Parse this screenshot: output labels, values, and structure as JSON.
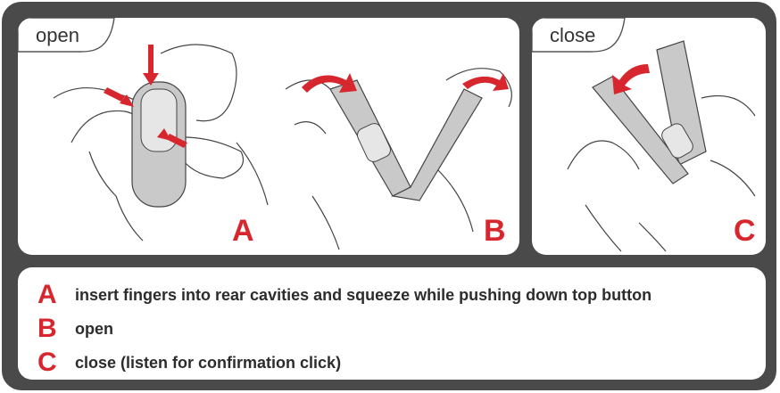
{
  "panels": {
    "open": {
      "tab_label": "open",
      "letters": [
        "A",
        "B"
      ]
    },
    "close": {
      "tab_label": "close",
      "letter": "C"
    }
  },
  "steps": [
    {
      "letter": "A",
      "text": "insert fingers into rear cavities and squeeze while pushing down top button"
    },
    {
      "letter": "B",
      "text": "open"
    },
    {
      "letter": "C",
      "text": "close (listen for confirmation click)"
    }
  ],
  "colors": {
    "accent": "#d8262e",
    "frame": "#4a4a4a",
    "device": "#c9c9c9"
  }
}
